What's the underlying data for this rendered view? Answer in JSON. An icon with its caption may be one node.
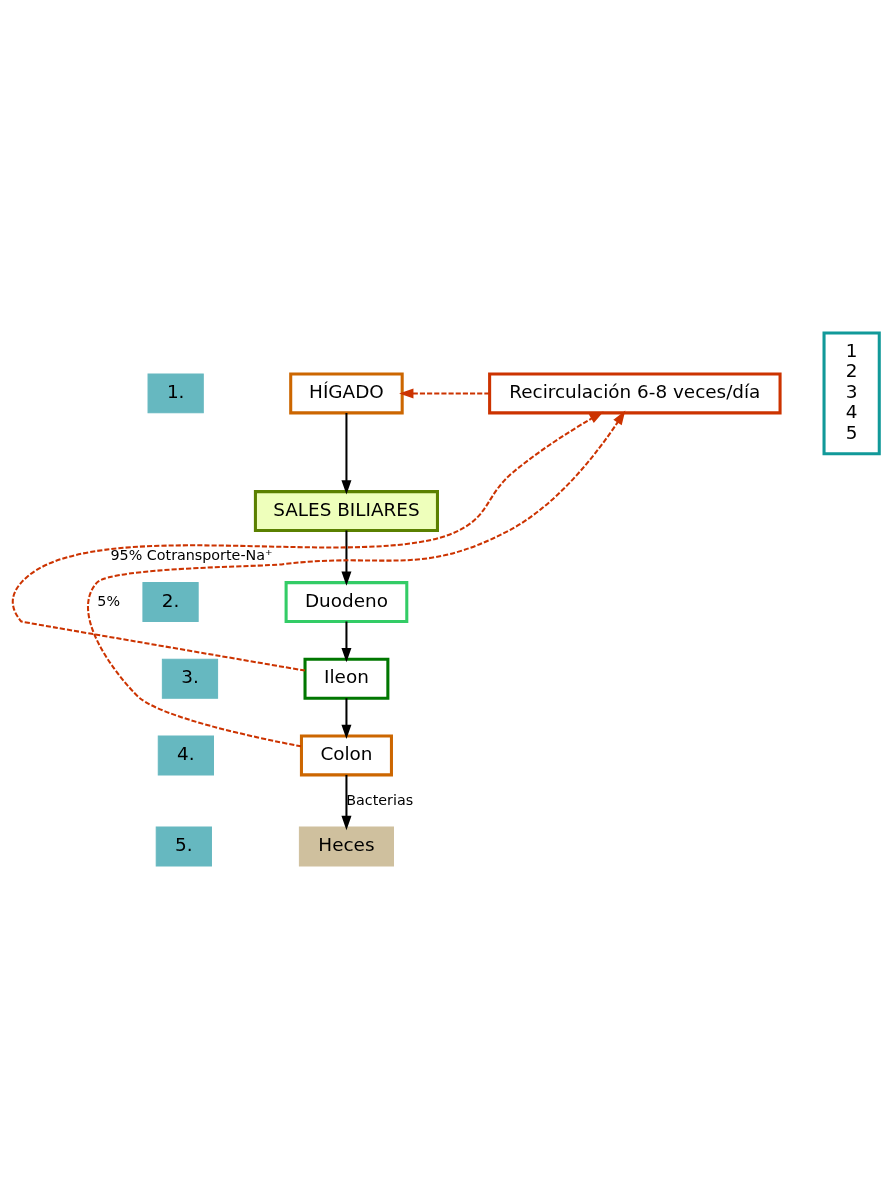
{
  "diagram": {
    "nodes": [
      {
        "text": [
          "1."
        ]
      },
      {
        "text": [
          "HÍGADO"
        ]
      },
      {
        "text": [
          "SALES BILIARES"
        ]
      },
      {
        "text": [
          "Recirculación 6-8 veces/día"
        ]
      },
      {
        "text": [
          "2."
        ]
      },
      {
        "text": [
          "Duodeno"
        ]
      },
      {
        "text": [
          "3."
        ]
      },
      {
        "text": [
          "Ileon"
        ]
      },
      {
        "text": [
          "4."
        ]
      },
      {
        "text": [
          "Colon"
        ]
      },
      {
        "text": [
          "5."
        ]
      },
      {
        "text": [
          "Heces"
        ]
      },
      {
        "text": [
          "1",
          "2",
          "3",
          "4",
          "5"
        ]
      }
    ],
    "edges": [
      {
        "from": 1,
        "to": 2,
        "arrow": "to"
      },
      {
        "from": 2,
        "to": 5,
        "arrow": "to"
      },
      {
        "from": 5,
        "to": 7,
        "arrow": "to"
      },
      {
        "from": 7,
        "to": 9,
        "arrow": "to"
      },
      {
        "from": 9,
        "to": 11,
        "arrow": "to",
        "label": "Bacterias"
      },
      {
        "from": 7,
        "to": 3,
        "arrow": "to",
        "label": "95% Cotransporte-Na⁺",
        "style": "dashed",
        "color": "#cc3300"
      },
      {
        "from": 9,
        "to": 3,
        "arrow": "to",
        "label": "5%",
        "style": "dashed",
        "color": "#cc3300"
      },
      {
        "from": 3,
        "to": 1,
        "arrow": "to",
        "style": "dashed",
        "color": "#cc3300"
      }
    ]
  }
}
